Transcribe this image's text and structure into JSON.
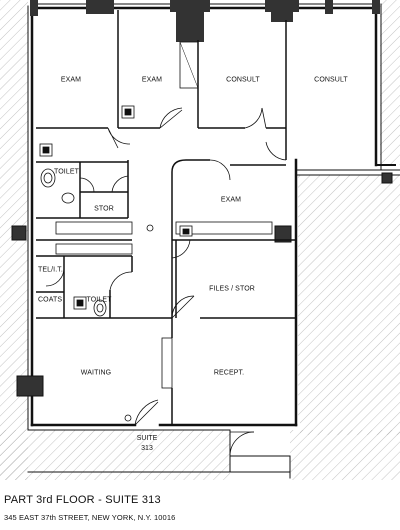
{
  "plan": {
    "rooms": {
      "exam_1": "EXAM",
      "exam_2": "EXAM",
      "consult_1": "CONSULT",
      "consult_2": "CONSULT",
      "toilet_1": "TOILET",
      "stor": "STOR",
      "exam_3": "EXAM",
      "tel_it": "TEL/I.T.",
      "toilet_2": "TOILET",
      "coats": "COATS",
      "files_stor": "FILES / STOR",
      "waiting": "WAITING",
      "recept": "RECEPT."
    },
    "suite_label": "SUITE",
    "suite_number": "313"
  },
  "title_block": {
    "title": "PART 3rd FLOOR - SUITE 313",
    "address": "345 EAST 37th STREET, NEW YORK, N.Y. 10016"
  },
  "colors": {
    "walls": "#111111",
    "columns": "#333333",
    "hatch": "#9a9a9a"
  }
}
